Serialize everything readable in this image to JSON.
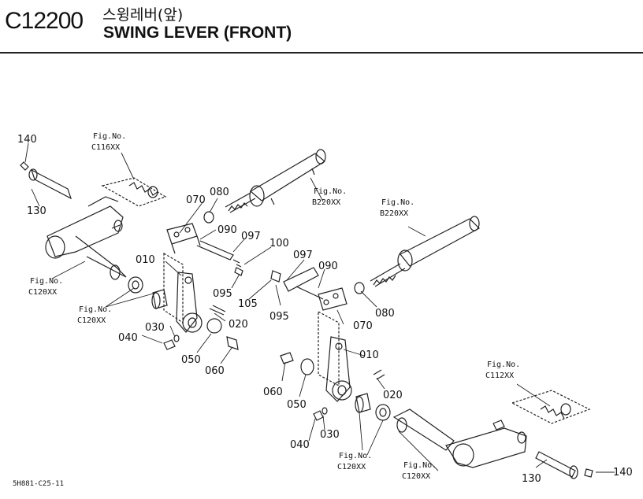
{
  "header": {
    "code": "C12200",
    "title_ko": "스윙레버(앞)",
    "title_en": "SWING LEVER (FRONT)"
  },
  "footer": {
    "ref": "5H881-C25-11"
  },
  "parts": [
    {
      "num": "140"
    },
    {
      "num": "130"
    },
    {
      "num": "070"
    },
    {
      "num": "080"
    },
    {
      "num": "090"
    },
    {
      "num": "097"
    },
    {
      "num": "010"
    },
    {
      "num": "100"
    },
    {
      "num": "095"
    },
    {
      "num": "105"
    },
    {
      "num": "097"
    },
    {
      "num": "090"
    },
    {
      "num": "095"
    },
    {
      "num": "080"
    },
    {
      "num": "070"
    },
    {
      "num": "020"
    },
    {
      "num": "030"
    },
    {
      "num": "040"
    },
    {
      "num": "050"
    },
    {
      "num": "060"
    },
    {
      "num": "010"
    },
    {
      "num": "060"
    },
    {
      "num": "020"
    },
    {
      "num": "050"
    },
    {
      "num": "030"
    },
    {
      "num": "040"
    },
    {
      "num": "130"
    },
    {
      "num": "140"
    }
  ],
  "figrefs": [
    {
      "label": "Fig.No.",
      "code": "C116XX"
    },
    {
      "label": "Fig.No.",
      "code": "B220XX"
    },
    {
      "label": "Fig.No.",
      "code": "B220XX"
    },
    {
      "label": "Fig.No.",
      "code": "C120XX"
    },
    {
      "label": "Fig.No.",
      "code": "C120XX"
    },
    {
      "label": "Fig.No.",
      "code": "C112XX"
    },
    {
      "label": "Fig.No.",
      "code": "C120XX"
    },
    {
      "label": "Fig.No.",
      "code": "C120XX"
    }
  ]
}
